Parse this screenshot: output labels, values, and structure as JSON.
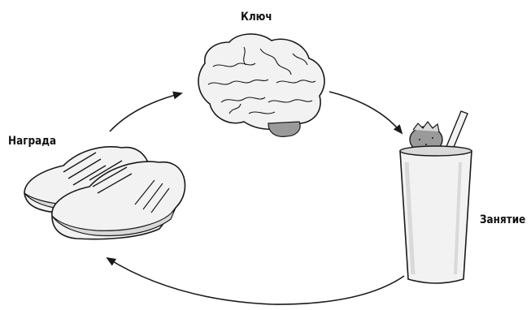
{
  "diagram": {
    "stages": {
      "cue": {
        "label": "Ключ",
        "icon": "brain-icon"
      },
      "routine": {
        "label": "Занятие",
        "icon": "smoothie-glass-icon"
      },
      "reward": {
        "label": "Награда",
        "icon": "sneakers-icon"
      }
    },
    "colors": {
      "line": "#1a1a1a",
      "fill_light": "#f2f2f2",
      "fill_mid": "#d9d9d9",
      "fill_dark": "#9a9a9a"
    }
  }
}
